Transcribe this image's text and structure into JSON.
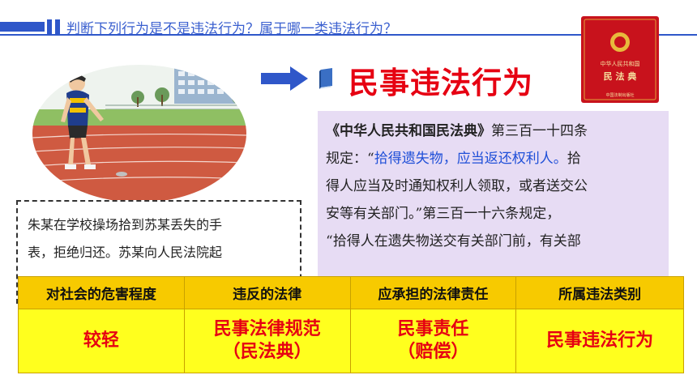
{
  "header": {
    "title": "判断下列行为是不是违法行为？属于哪一类违法行为？"
  },
  "answer": {
    "title": "民事违法行为"
  },
  "book": {
    "cover_title": "中华人民共和国",
    "cover_name": "民 法 典",
    "publisher": "中国法制出版社"
  },
  "case": {
    "lines": [
      "朱某在学校操场拾到苏某丢失的手",
      "表，拒绝归还。苏某向人民法院起"
    ]
  },
  "law": {
    "book_name": "《中华人民共和国民法典》",
    "line1_rest": "第三百一十四条",
    "line2_prefix": "规定：“",
    "line2_highlight": "拾得遗失物，应当返还权利人。",
    "line2_suffix": "拾",
    "line3": "得人应当及时通知权利人领取，或者送交公",
    "line4": "安等有关部门。”第三百一十六条规定，",
    "line5": "“拾得人在遗失物送交有关部门前，有关部"
  },
  "table": {
    "headers": [
      "对社会的危害程度",
      "违反的法律",
      "应承担的法律责任",
      "所属违法类别"
    ],
    "row": {
      "harm": "较轻",
      "law_line1": "民事法律规范",
      "law_line2": "（民法典）",
      "liability_line1": "民事责任",
      "liability_line2": "（赔偿）",
      "category": "民事违法行为"
    }
  },
  "colors": {
    "accent_blue": "#2f57c9",
    "answer_red": "#e60012",
    "table_header": "#f7ca00",
    "table_body": "#ffff1e",
    "law_box": "#e7dcf4"
  }
}
